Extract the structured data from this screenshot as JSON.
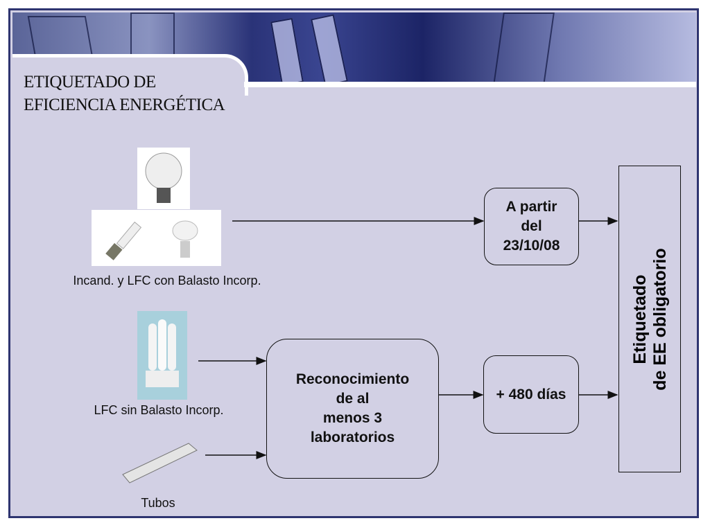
{
  "title": {
    "line1": "ETIQUETADO DE",
    "line2": "EFICIENCIA ENERGÉTICA"
  },
  "groups": {
    "incand": {
      "label": "Incand. y LFC con Balasto Incorp."
    },
    "lfc": {
      "label": "LFC sin Balasto Incorp."
    },
    "tubos": {
      "label": "Tubos"
    }
  },
  "boxes": {
    "date": {
      "line1": "A partir",
      "line2": "del",
      "line3": "23/10/08"
    },
    "recognition": {
      "line1": "Reconocimiento",
      "line2": "de al",
      "line3": "menos 3",
      "line4": "laboratorios"
    },
    "days": {
      "text": "+ 480 días"
    },
    "result": {
      "line1": "Etiquetado",
      "line2": "de EE obligatorio"
    }
  },
  "colors": {
    "background": "#d2d0e4",
    "border": "#2e3470",
    "line": "#111111"
  }
}
